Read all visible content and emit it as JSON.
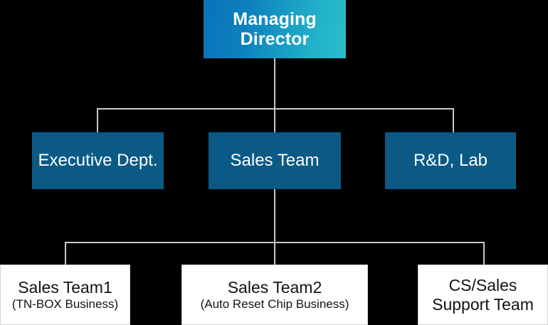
{
  "chart": {
    "type": "organization-chart",
    "background_color": "#000000",
    "connector_color": "#c9c9c9",
    "levels": [
      {
        "level": 1,
        "style": "gradient-blue-cyan",
        "colors": {
          "gradient_from": "#0a72b8",
          "gradient_to": "#2bbcca",
          "text": "#ffffff"
        },
        "nodes": [
          {
            "id": "managing-director",
            "line1": "Managing",
            "line2": "Director"
          }
        ]
      },
      {
        "level": 2,
        "style": "solid-blue",
        "colors": {
          "fill": "#0a5a85",
          "text": "#ffffff"
        },
        "nodes": [
          {
            "id": "executive-dept",
            "line1": "Executive Dept."
          },
          {
            "id": "sales-team",
            "line1": "Sales Team"
          },
          {
            "id": "rnd-lab",
            "line1": "R&D, Lab"
          }
        ]
      },
      {
        "level": 3,
        "style": "white-card",
        "colors": {
          "fill": "#ffffff",
          "text": "#131313",
          "border": "#d2d2d2"
        },
        "nodes": [
          {
            "id": "sales-team-1",
            "line1": "Sales Team1",
            "line2": "(TN-BOX Business)"
          },
          {
            "id": "sales-team-2",
            "line1": "Sales Team2",
            "line2": "(Auto Reset Chip Business)"
          },
          {
            "id": "cs-sales-support-team",
            "line1": "CS/Sales",
            "line2": "Support Team"
          }
        ]
      }
    ],
    "edges": [
      {
        "from": "managing-director",
        "to": "executive-dept"
      },
      {
        "from": "managing-director",
        "to": "sales-team"
      },
      {
        "from": "managing-director",
        "to": "rnd-lab"
      },
      {
        "from": "sales-team",
        "to": "sales-team-1"
      },
      {
        "from": "sales-team",
        "to": "sales-team-2"
      },
      {
        "from": "sales-team",
        "to": "cs-sales-support-team"
      }
    ]
  }
}
